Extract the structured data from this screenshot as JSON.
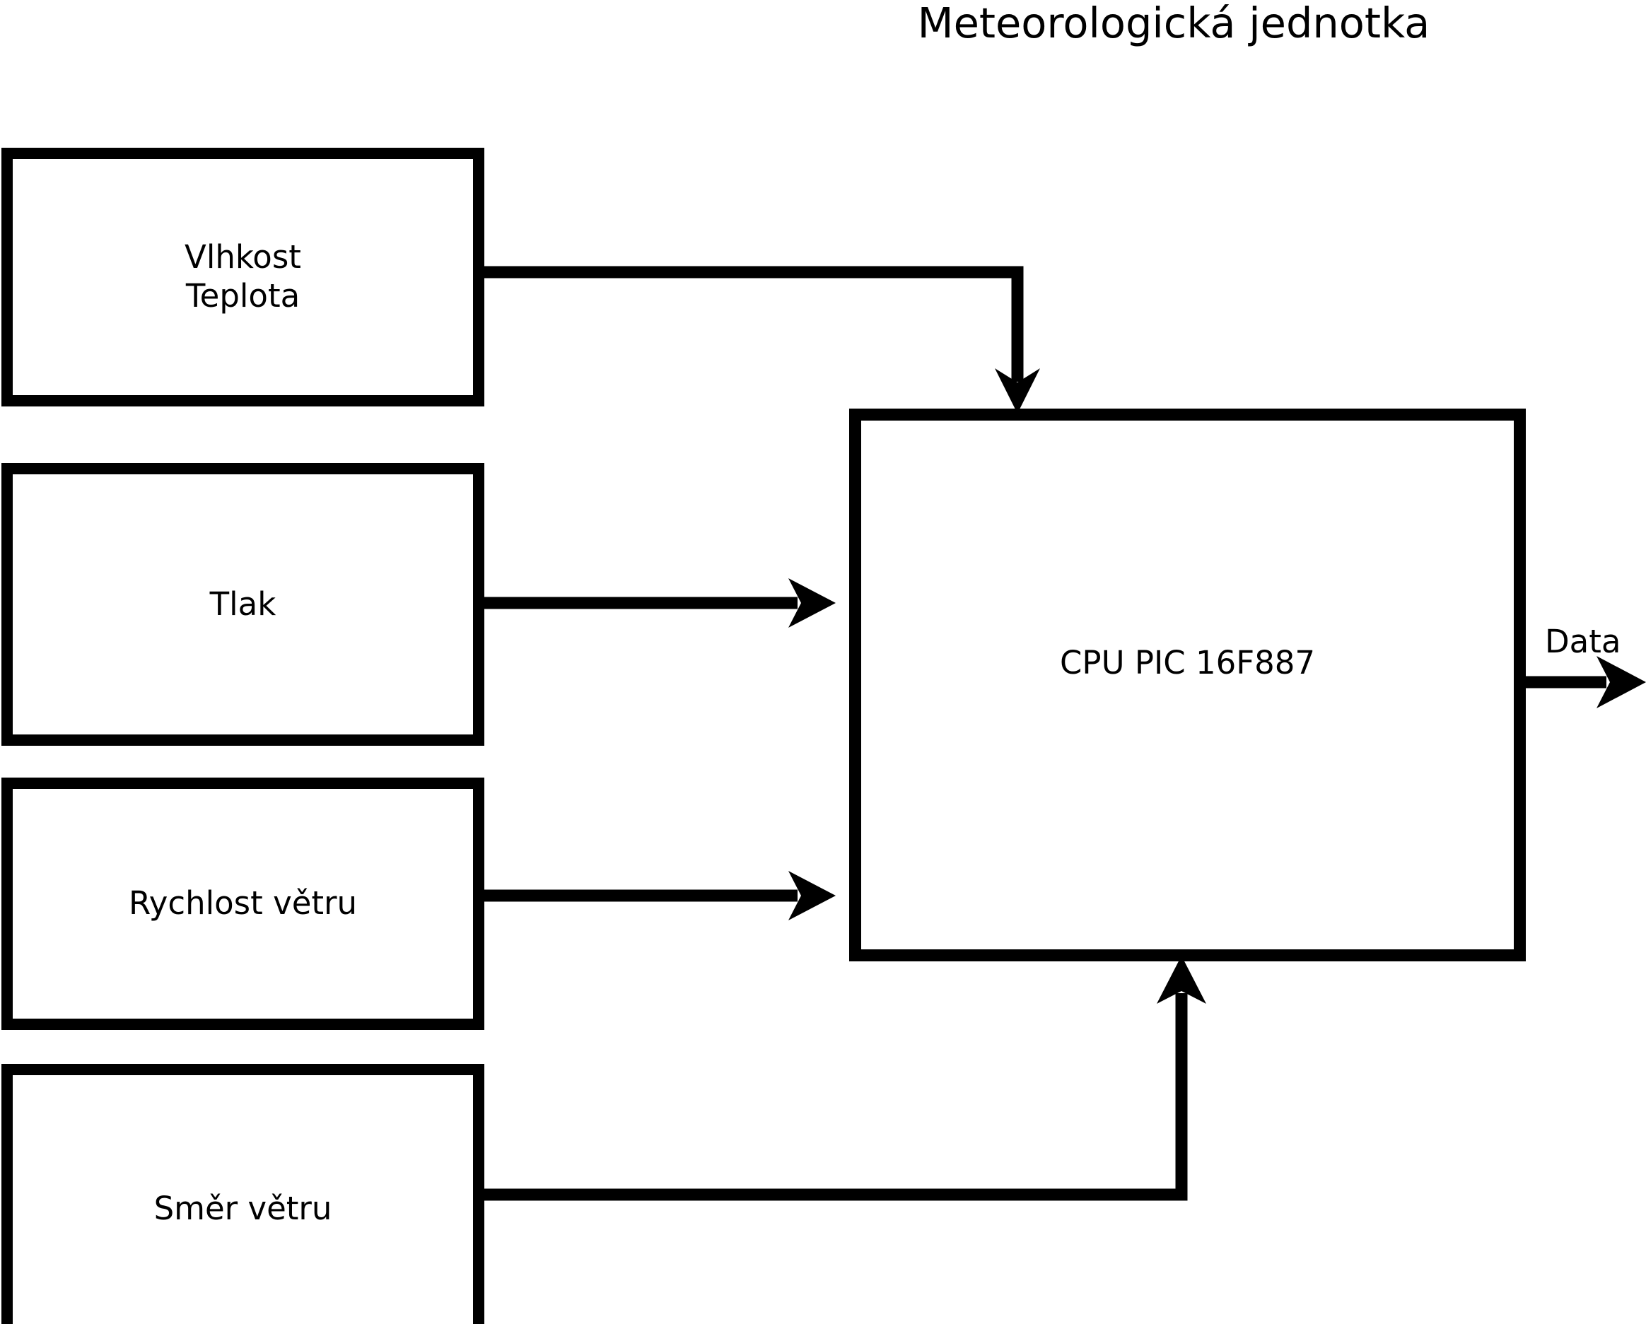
{
  "diagram": {
    "title": "Meteorologická jednotka",
    "type": "block-diagram",
    "background_color": "#ffffff",
    "line_color": "#000000",
    "blocks": [
      {
        "id": "humidity-temp",
        "label": "Vlhkost\nTeplota",
        "role": "sensor-input"
      },
      {
        "id": "pressure",
        "label": "Tlak",
        "role": "sensor-input"
      },
      {
        "id": "wind-speed",
        "label": "Rychlost větru",
        "role": "sensor-input"
      },
      {
        "id": "wind-dir",
        "label": "Směr větru",
        "role": "sensor-input"
      },
      {
        "id": "cpu",
        "label": "CPU PIC 16F887",
        "role": "processor"
      }
    ],
    "edges": [
      {
        "id": "humidity-to-cpu",
        "from": "humidity-temp",
        "to": "cpu",
        "label": "",
        "style": "orthogonal-down-arrow"
      },
      {
        "id": "pressure-to-cpu",
        "from": "pressure",
        "to": "cpu",
        "label": "",
        "style": "straight-right-arrow"
      },
      {
        "id": "windspeed-to-cpu",
        "from": "wind-speed",
        "to": "cpu",
        "label": "",
        "style": "straight-right-arrow"
      },
      {
        "id": "winddir-to-cpu",
        "from": "wind-dir",
        "to": "cpu",
        "label": "",
        "style": "orthogonal-up-arrow"
      },
      {
        "id": "cpu-to-output",
        "from": "cpu",
        "to": "",
        "label": "Data",
        "style": "straight-right-arrow"
      }
    ],
    "output_label": "Data"
  }
}
